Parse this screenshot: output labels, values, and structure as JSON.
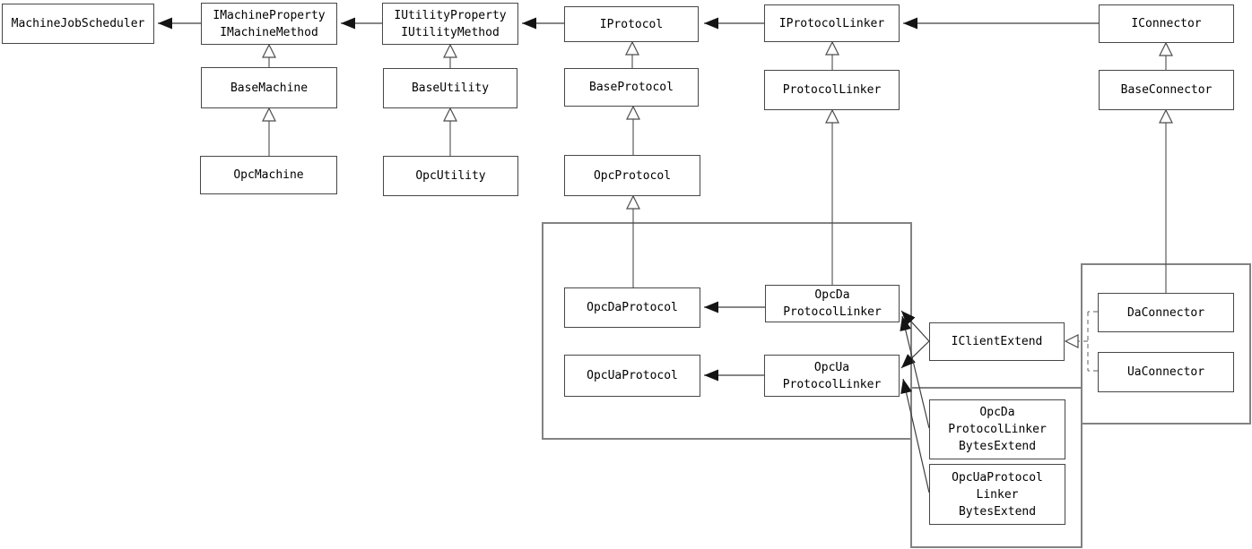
{
  "diagram_type": "uml-class-diagram",
  "boxes": {
    "machine_job_scheduler": {
      "lines": [
        "MachineJobScheduler"
      ]
    },
    "i_machine": {
      "lines": [
        "IMachineProperty",
        "IMachineMethod"
      ]
    },
    "base_machine": {
      "lines": [
        "BaseMachine"
      ]
    },
    "opc_machine": {
      "lines": [
        "OpcMachine"
      ]
    },
    "i_utility": {
      "lines": [
        "IUtilityProperty",
        "IUtilityMethod"
      ]
    },
    "base_utility": {
      "lines": [
        "BaseUtility"
      ]
    },
    "opc_utility": {
      "lines": [
        "OpcUtility"
      ]
    },
    "i_protocol": {
      "lines": [
        "IProtocol"
      ]
    },
    "base_protocol": {
      "lines": [
        "BaseProtocol"
      ]
    },
    "opc_protocol": {
      "lines": [
        "OpcProtocol"
      ]
    },
    "i_protocol_linker": {
      "lines": [
        "IProtocolLinker"
      ]
    },
    "protocol_linker": {
      "lines": [
        "ProtocolLinker"
      ]
    },
    "i_connector": {
      "lines": [
        "IConnector"
      ]
    },
    "base_connector": {
      "lines": [
        "BaseConnector"
      ]
    },
    "opc_da_protocol": {
      "lines": [
        "OpcDaProtocol"
      ]
    },
    "opc_da_protocol_linker": {
      "lines": [
        "OpcDa",
        "ProtocolLinker"
      ]
    },
    "opc_ua_protocol": {
      "lines": [
        "OpcUaProtocol"
      ]
    },
    "opc_ua_protocol_linker": {
      "lines": [
        "OpcUa",
        "ProtocolLinker"
      ]
    },
    "i_client_extend": {
      "lines": [
        "IClientExtend"
      ]
    },
    "da_connector": {
      "lines": [
        "DaConnector"
      ]
    },
    "ua_connector": {
      "lines": [
        "UaConnector"
      ]
    },
    "opc_da_protocol_linker_bytes_extend": {
      "lines": [
        "OpcDa",
        "ProtocolLinker",
        "BytesExtend"
      ]
    },
    "opc_ua_protocol_linker_bytes_extend": {
      "lines": [
        "OpcUaProtocol",
        "Linker",
        "BytesExtend"
      ]
    }
  },
  "edges": [
    {
      "from": "IMachineProperty/IMachineMethod",
      "to": "MachineJobScheduler",
      "type": "association-arrow"
    },
    {
      "from": "IUtilityProperty/IUtilityMethod",
      "to": "IMachineProperty/IMachineMethod",
      "type": "association-arrow"
    },
    {
      "from": "IProtocol",
      "to": "IUtilityProperty/IUtilityMethod",
      "type": "association-arrow"
    },
    {
      "from": "IProtocolLinker",
      "to": "IProtocol",
      "type": "association-arrow"
    },
    {
      "from": "IConnector",
      "to": "IProtocolLinker",
      "type": "association-arrow"
    },
    {
      "from": "BaseMachine",
      "to": "IMachineProperty/IMachineMethod",
      "type": "inheritance"
    },
    {
      "from": "OpcMachine",
      "to": "BaseMachine",
      "type": "inheritance"
    },
    {
      "from": "BaseUtility",
      "to": "IUtilityProperty/IUtilityMethod",
      "type": "inheritance"
    },
    {
      "from": "OpcUtility",
      "to": "BaseUtility",
      "type": "inheritance"
    },
    {
      "from": "BaseProtocol",
      "to": "IProtocol",
      "type": "inheritance"
    },
    {
      "from": "OpcProtocol",
      "to": "BaseProtocol",
      "type": "inheritance"
    },
    {
      "from": "OpcDaProtocol",
      "to": "OpcProtocol",
      "type": "inheritance"
    },
    {
      "from": "ProtocolLinker",
      "to": "IProtocolLinker",
      "type": "inheritance"
    },
    {
      "from": "OpcDaProtocolLinker",
      "to": "ProtocolLinker",
      "type": "inheritance"
    },
    {
      "from": "BaseConnector",
      "to": "IConnector",
      "type": "inheritance"
    },
    {
      "from": "DaConnector",
      "to": "BaseConnector",
      "type": "inheritance"
    },
    {
      "from": "OpcDaProtocolLinker",
      "to": "OpcDaProtocol",
      "type": "association-arrow"
    },
    {
      "from": "OpcUaProtocolLinker",
      "to": "OpcUaProtocol",
      "type": "association-arrow"
    },
    {
      "from": "IClientExtend",
      "to": "OpcDaProtocolLinker",
      "type": "association-arrow"
    },
    {
      "from": "IClientExtend",
      "to": "OpcUaProtocolLinker",
      "type": "association-arrow"
    },
    {
      "from": "OpcDaProtocolLinkerBytesExtend",
      "to": "OpcDaProtocolLinker",
      "type": "association-arrow"
    },
    {
      "from": "OpcUaProtocolLinkerBytesExtend",
      "to": "OpcUaProtocolLinker",
      "type": "association-arrow"
    },
    {
      "from": "DaConnector",
      "to": "IClientExtend",
      "type": "realization-dashed"
    },
    {
      "from": "UaConnector",
      "to": "IClientExtend",
      "type": "realization-dashed"
    }
  ],
  "colors": {
    "background": "#ffffff",
    "box_border": "#474747",
    "line": "#3f3f3f",
    "container_border": "#828282",
    "arrowhead": "#141414",
    "text": "#000000"
  }
}
